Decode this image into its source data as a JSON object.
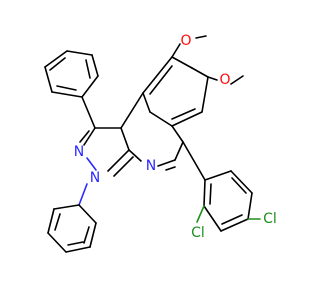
{
  "molecule": {
    "atoms": {
      "o1": "O",
      "o2": "O",
      "n1": "N",
      "n2": "N",
      "n3": "N",
      "cl1": "Cl",
      "cl2": "Cl"
    },
    "colors": {
      "bond": "#000000",
      "oxygen": "#ff0d0d",
      "nitrogen": "#2a2aff",
      "chlorine": "#1f8f1f"
    }
  }
}
